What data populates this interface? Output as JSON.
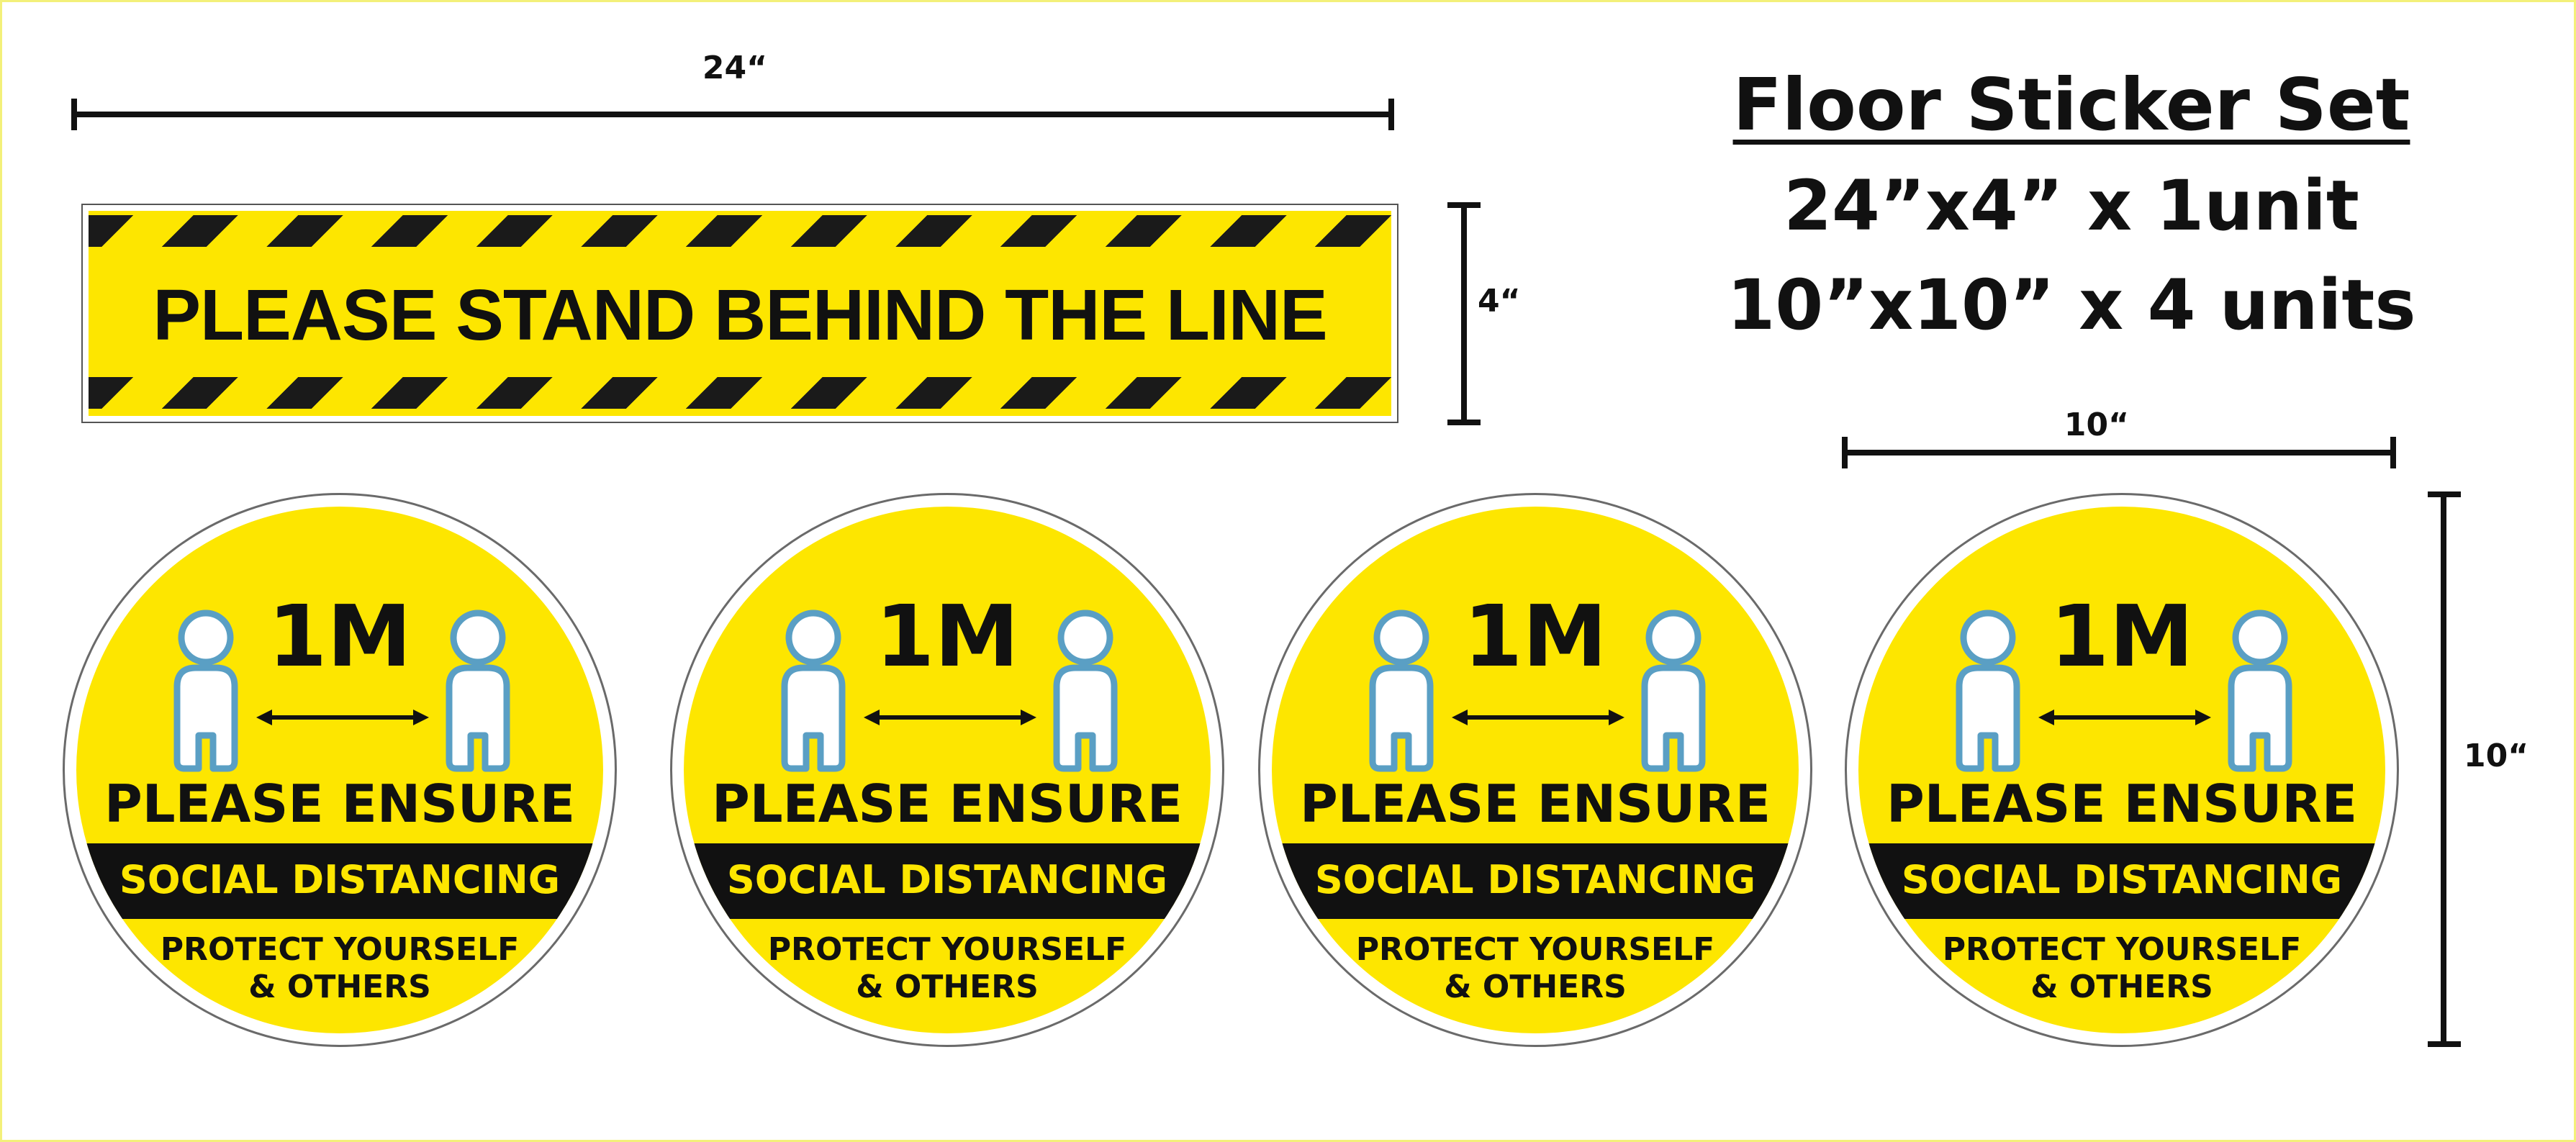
{
  "title": {
    "heading": "Floor Sticker Set",
    "line1": "24”x4” x 1unit",
    "line2": "10”x10” x 4 units"
  },
  "dimensions": {
    "banner_width": "24“",
    "banner_height": "4“",
    "circle_width": "10“",
    "circle_height": "10“"
  },
  "banner": {
    "text": "PLEASE STAND BEHIND THE LINE"
  },
  "circle_sticker": {
    "distance": "1M",
    "line1": "PLEASE ENSURE",
    "line2": "SOCIAL DISTANCING",
    "line3": "PROTECT YOURSELF",
    "line4": "& OTHERS"
  },
  "colors": {
    "sticker_yellow": "#fde600",
    "black": "#111111",
    "figure_outline": "#5a9fc4"
  },
  "icons": {
    "person": "person-icon",
    "arrow": "double-arrow-icon"
  }
}
